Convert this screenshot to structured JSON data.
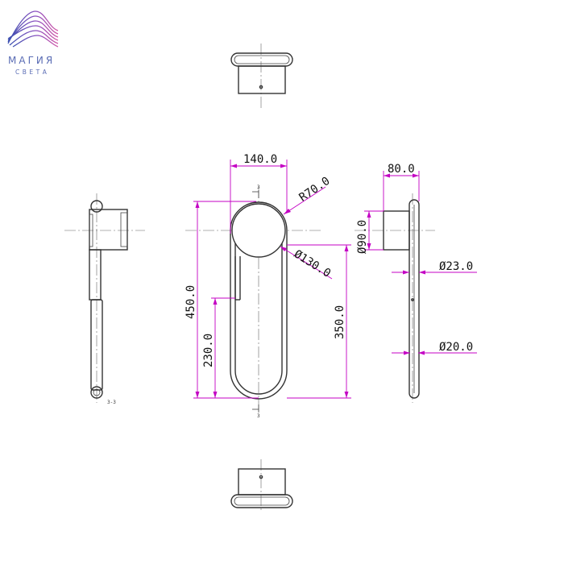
{
  "logo": {
    "name": "МАГИЯ",
    "sub": "СВЕТА",
    "color": "#5b6db5",
    "wave_colors": [
      "#3a4fb0",
      "#8a4fc0",
      "#d45aa8"
    ]
  },
  "colors": {
    "dimension": "#c400c4",
    "outline": "#333333"
  },
  "dimensions": {
    "width_ring": "140.0",
    "radius": "R70.0",
    "diam_disc": "Ø130.0",
    "height_total": "450.0",
    "height_lower": "230.0",
    "height_disc_bottom": "350.0",
    "depth": "80.0",
    "diam_base": "Ø90.0",
    "diam_upper": "Ø23.0",
    "diam_lower": "Ø20.0"
  },
  "labels": {
    "side_note": "3-3",
    "section_top": "3",
    "section_bottom": "3"
  }
}
